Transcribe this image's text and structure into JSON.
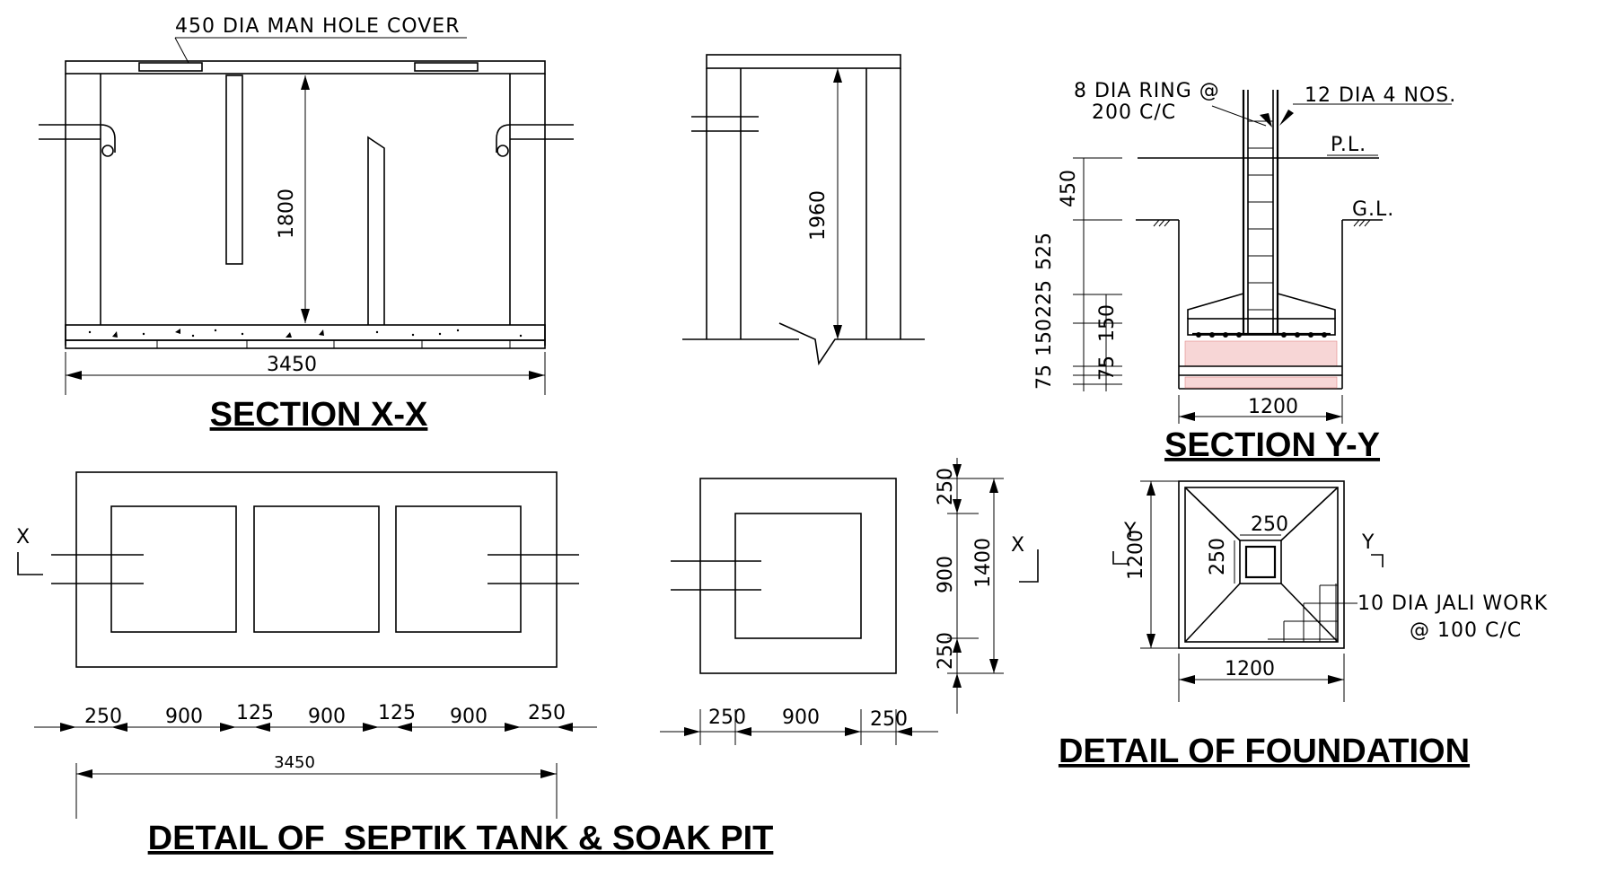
{
  "section_xx": {
    "manhole_note": "450 DIA MAN HOLE COVER",
    "height_dim": "1800",
    "length_dim": "3450",
    "title": "SECTION X-X"
  },
  "side_section": {
    "height_dim": "1960"
  },
  "section_yy": {
    "ring_note_1": "8 DIA RING @",
    "ring_note_2": "200 C/C",
    "bar_note": "12 DIA   4 NOS.",
    "pl_label": "P.L.",
    "gl_label": "G.L.",
    "dim_450": "450",
    "dim_525": "525",
    "dim_225": "225",
    "dim_150a": "150",
    "dim_150b": "150",
    "dim_75a": "75",
    "dim_75b": "75",
    "width_dim": "1200",
    "title": "SECTION Y-Y"
  },
  "tank_plan": {
    "section_mark": "X",
    "dims": [
      "250",
      "900",
      "125",
      "900",
      "125",
      "900",
      "250"
    ],
    "total_dim": "3450"
  },
  "pit_plan": {
    "section_mark": "X",
    "dim_250_top": "250",
    "dim_900_v": "900",
    "dim_250_bot": "250",
    "dim_1400": "1400",
    "dim_250_left": "250",
    "dim_900_h": "900",
    "dim_250_right": "250"
  },
  "foundation_plan": {
    "dim_250_top": "250",
    "dim_250_side": "250",
    "dim_1200_v": "1200",
    "dim_1200_h": "1200",
    "section_mark_left": "Y",
    "section_mark_right": "Y",
    "jali_note_1": "10 DIA JALI WORK",
    "jali_note_2": "@ 100 C/C",
    "title": "DETAIL OF FOUNDATION"
  },
  "main_title": "DETAIL OF  SEPTIK TANK & SOAK PIT"
}
